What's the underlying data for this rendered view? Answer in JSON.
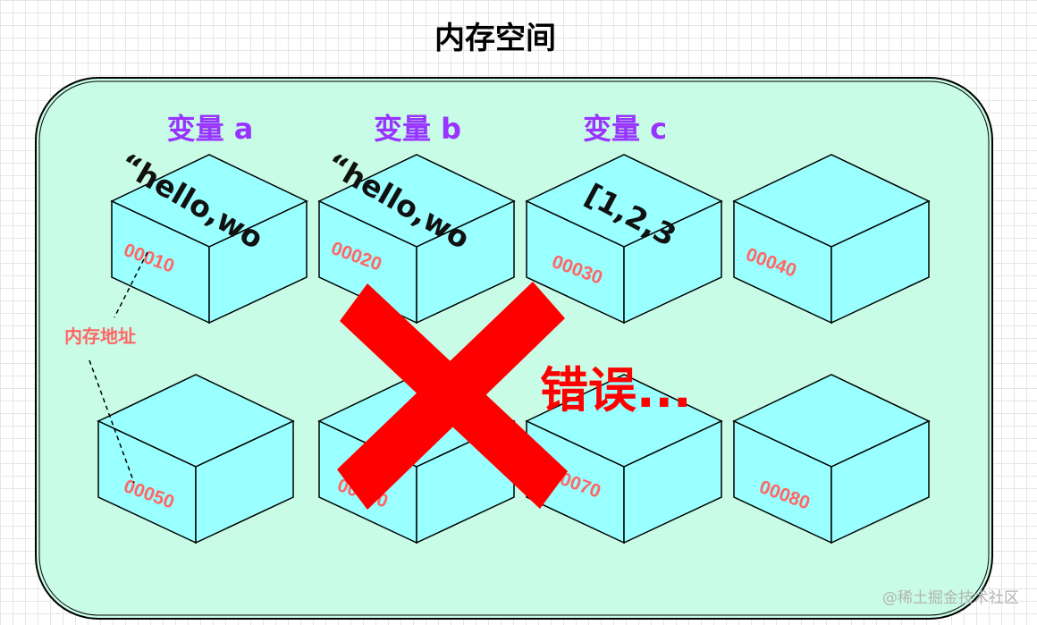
{
  "title": "内存空间",
  "colors": {
    "panel_fill": "#c8fce6",
    "cube_fill": "#99ffff",
    "variable_label": "#9933ff",
    "address": "#ff6666",
    "annotation": "#ff6666",
    "error": "#ff0000",
    "watermark": "#b3b3b3"
  },
  "variables": [
    {
      "label": "变量 a",
      "content": "“hello,wo"
    },
    {
      "label": "变量 b",
      "content": "“hello,wo"
    },
    {
      "label": "变量 c",
      "content": "[1,2,3"
    }
  ],
  "addresses": [
    "00010",
    "00020",
    "00030",
    "00040",
    "00050",
    "00060",
    "00070",
    "00080"
  ],
  "annotation_label": "内存地址",
  "error_label": "错误...",
  "cross_icon": "x-mark-icon",
  "watermark": "@稀土掘金技术社区"
}
